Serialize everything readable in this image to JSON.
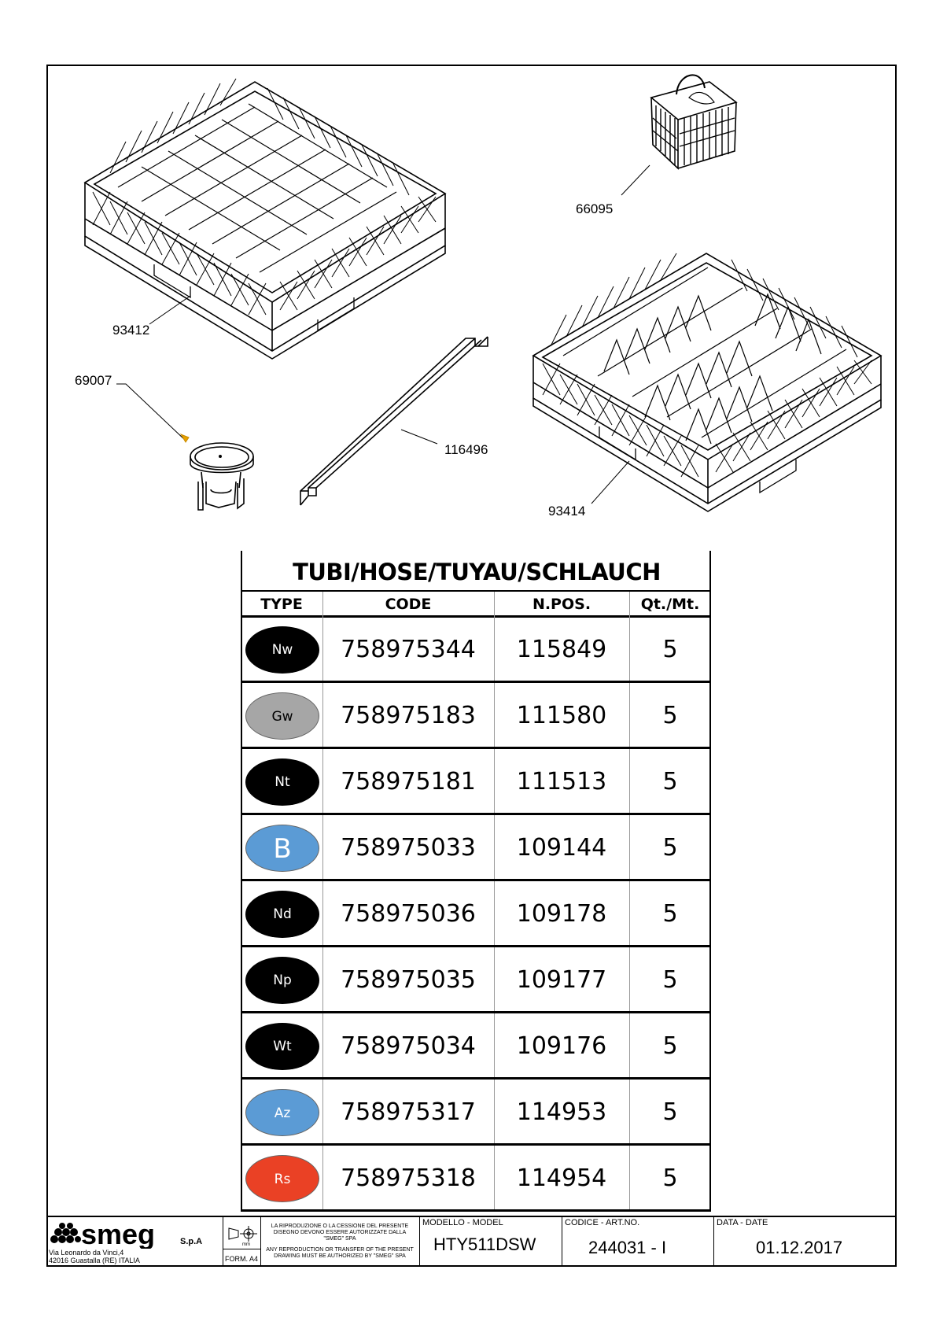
{
  "parts": {
    "p93412": "93412",
    "p66095": "66095",
    "p69007": "69007",
    "p116496": "116496",
    "p93414": "93414"
  },
  "table": {
    "title": "TUBI/HOSE/TUYAU/SCHLAUCH",
    "headers": {
      "type": "TYPE",
      "code": "CODE",
      "npos": "N.POS.",
      "qty": "Qt./Mt."
    },
    "rows": [
      {
        "type": "Nw",
        "code": "758975344",
        "npos": "115849",
        "qty": "5",
        "color": "#000000",
        "text_color": "#ffffff"
      },
      {
        "type": "Gw",
        "code": "758975183",
        "npos": "111580",
        "qty": "5",
        "color": "#a6a6a6",
        "text_color": "#000000"
      },
      {
        "type": "Nt",
        "code": "758975181",
        "npos": "111513",
        "qty": "5",
        "color": "#000000",
        "text_color": "#ffffff"
      },
      {
        "type": "B",
        "code": "758975033",
        "npos": "109144",
        "qty": "5",
        "color": "#5b9bd5",
        "text_color": "#ffffff"
      },
      {
        "type": "Nd",
        "code": "758975036",
        "npos": "109178",
        "qty": "5",
        "color": "#000000",
        "text_color": "#ffffff"
      },
      {
        "type": "Np",
        "code": "758975035",
        "npos": "109177",
        "qty": "5",
        "color": "#000000",
        "text_color": "#ffffff"
      },
      {
        "type": "Wt",
        "code": "758975034",
        "npos": "109176",
        "qty": "5",
        "color": "#000000",
        "text_color": "#ffffff"
      },
      {
        "type": "Az",
        "code": "758975317",
        "npos": "114953",
        "qty": "5",
        "color": "#5b9bd5",
        "text_color": "#ffffff"
      },
      {
        "type": "Rs",
        "code": "758975318",
        "npos": "114954",
        "qty": "5",
        "color": "#ea4125",
        "text_color": "#ffffff"
      }
    ]
  },
  "title_block": {
    "brand": "smeg",
    "brand_suffix": "S.p.A",
    "address_line1": "Via Leonardo da Vinci,4",
    "address_line2": "42016  Guastalla (RE) ITALIA",
    "proj_unit": "mm",
    "form": "FORM. A4",
    "notice_it": "LA RIPRODUZIONE O LA CESSIONE DEL PRESENTE DISEGNO DEVONO ESSERE AUTORIZZATE DALLA \"SMEG\" SPA",
    "notice_en": "ANY REPRODUCTION OR TRANSFER OF THE PRESENT DRAWING MUST BE AUTHORIZED BY \"SMEG\" SPA",
    "model_label": "MODELLO - MODEL",
    "model_value": "HTY511DSW",
    "code_label": "CODICE - ART.NO.",
    "code_value": "244031 - I",
    "date_label": "DATA - DATE",
    "date_value": "01.12.2017"
  }
}
